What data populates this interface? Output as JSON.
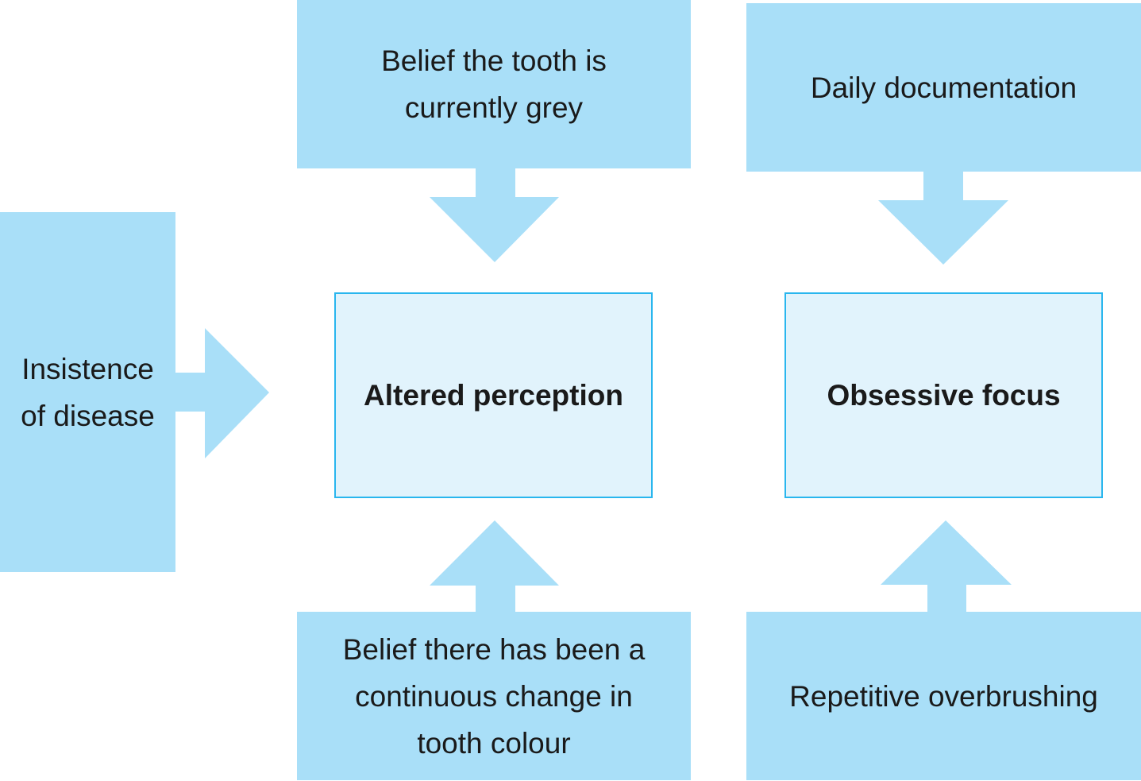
{
  "diagram": {
    "left_cluster": {
      "top_box": "Belief the tooth is currently grey",
      "left_box": "Insistence of disease",
      "bottom_box": "Belief there has been a continuous change in tooth colour",
      "center_box": "Altered perception"
    },
    "right_cluster": {
      "top_box": "Daily documentation",
      "bottom_box": "Repetitive overbrushing",
      "center_box": "Obsessive focus"
    },
    "colors": {
      "input_fill": "#a9dff8",
      "center_fill": "#e1f3fc",
      "center_border": "#29b6ee",
      "text": "#1a1a1a"
    }
  }
}
